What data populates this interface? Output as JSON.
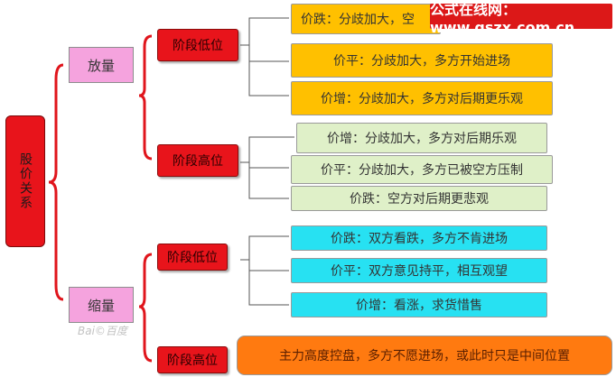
{
  "diagram": {
    "root": "股价关系",
    "volume_up": {
      "label": "放量",
      "stage_low": {
        "label": "阶段低位",
        "items": [
          "价跌：分歧加大，空",
          "价平：分歧加大，多方开始进场",
          "价增：分歧加大，多方对后期更乐观"
        ]
      },
      "stage_high": {
        "label": "阶段高位",
        "items": [
          "价增：分歧加大，多方对后期乐观",
          "价平：分歧加大，多方已被空方压制",
          "价跌：空方对后期更悲观"
        ]
      }
    },
    "volume_down": {
      "label": "缩量",
      "stage_low": {
        "label": "阶段低位",
        "items": [
          "价跌：双方看跌，多方不肯进场",
          "价平：双方意见持平，相互观望",
          "价增：看涨，求货惜售"
        ]
      },
      "stage_high": {
        "label": "阶段高位",
        "items": [
          "主力高度控盘，多方不愿进场，或此时只是中间位置"
        ]
      }
    }
  },
  "watermark": "公式在线网：www.gszx.com.cn",
  "baidu_mark": "Bai©百度",
  "colors": {
    "red": "#e8141b",
    "pink": "#f5a3de",
    "yellow": "#ffc000",
    "light_green": "#dff0c8",
    "cyan": "#27e1f2",
    "orange": "#ff7a10"
  }
}
